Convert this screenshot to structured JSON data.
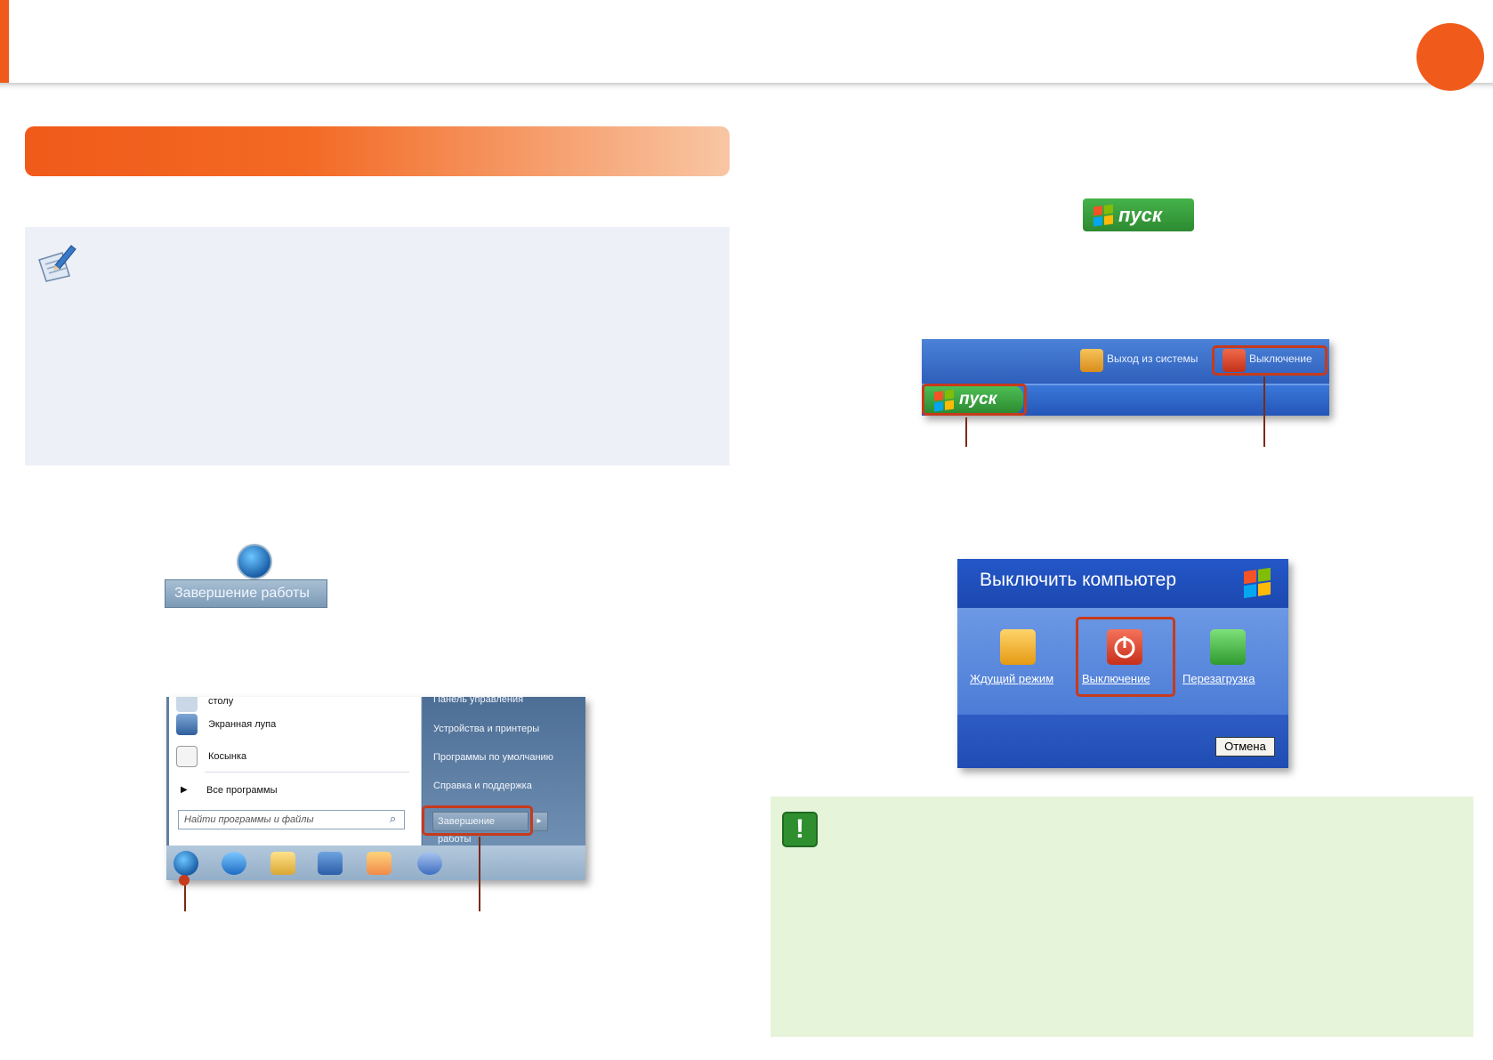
{
  "win7": {
    "chip_label": "Завершение работы",
    "menu_items": [
      "столу",
      "Экранная лупа",
      "Косынка",
      "Все программы"
    ],
    "search_placeholder": "Найти программы и файлы",
    "right_items": [
      "Панель управления",
      "Устройства и принтеры",
      "Программы по умолчанию",
      "Справка и поддержка"
    ],
    "shutdown_label": "Завершение работы"
  },
  "xp": {
    "start_chip_label": "пуск",
    "logoff_label": "Выход из системы",
    "turnoff_label": "Выключение",
    "start_label": "пуск"
  },
  "xp_dialog": {
    "title": "Выключить компьютер",
    "options": [
      "Ждущий режим",
      "Выключение",
      "Перезагрузка"
    ],
    "cancel_label": "Отмена"
  },
  "colors": {
    "accent": "#f05a1a",
    "note_bg": "#eef0f8",
    "caution_bg": "#e6f4da",
    "callout": "#c73a1b"
  },
  "icons": [
    "note-pencil-icon",
    "caution-exclamation-icon",
    "windows-orb-icon",
    "windows-flag-icon",
    "power-icon",
    "logoff-key-icon",
    "standby-icon",
    "restart-icon"
  ]
}
